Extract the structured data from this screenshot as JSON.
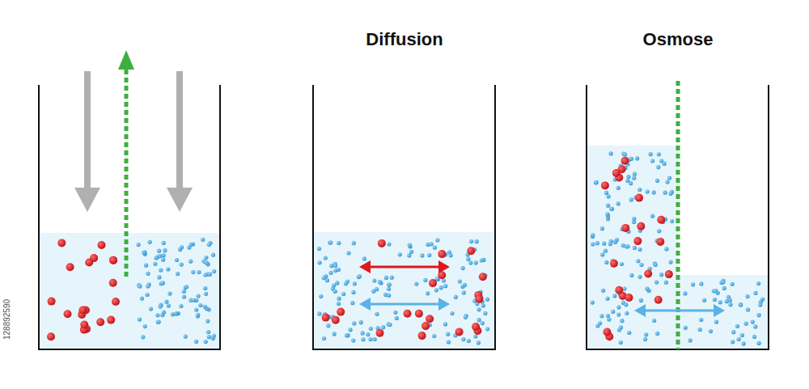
{
  "diagram": {
    "labels": [
      "Diffusion",
      "Osmose",
      "128892590"
    ]
  }
}
